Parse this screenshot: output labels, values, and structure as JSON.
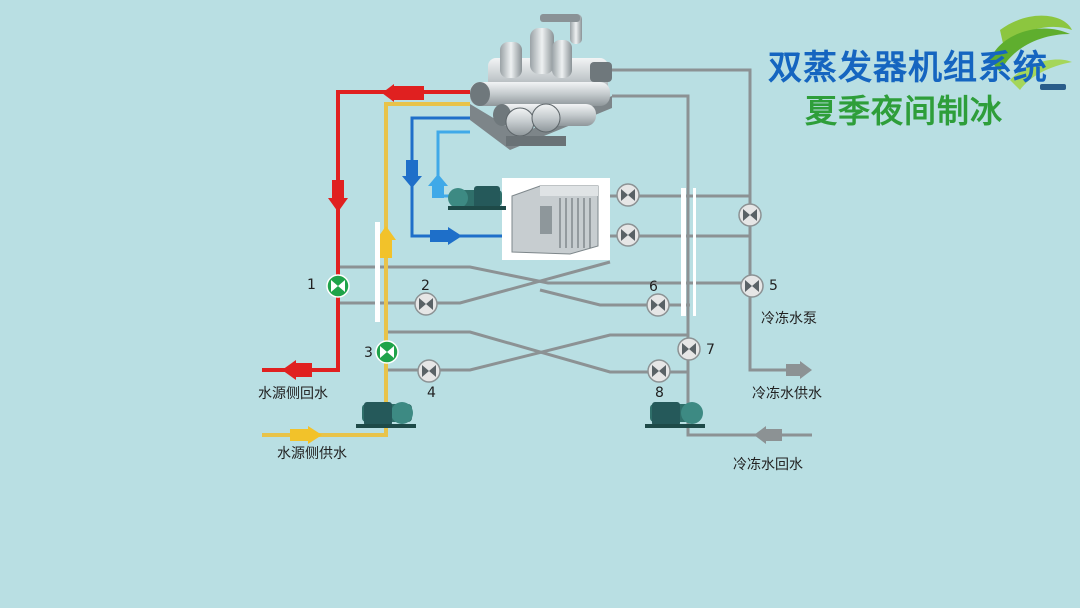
{
  "title": {
    "line1": "双蒸发器机组系统",
    "line2": "夏季夜间制冰"
  },
  "labels": {
    "source_return": "水源侧回水",
    "source_supply": "水源侧供水",
    "chilled_pump": "冷冻水泵",
    "chilled_supply": "冷冻水供水",
    "chilled_return": "冷冻水回水"
  },
  "valves": {
    "v1": "1",
    "v2": "2",
    "v3": "3",
    "v4": "4",
    "v5": "5",
    "v6": "6",
    "v7": "7",
    "v8": "8"
  },
  "colors": {
    "background": "#b9dfe3",
    "title_blue": "#1565c0",
    "title_green": "#2e9e3a",
    "pipe_red": "#e02020",
    "pipe_yellow": "#e8c34a",
    "pipe_blue": "#1e6fc9",
    "pipe_lightblue": "#3fa9e8",
    "pipe_gray": "#8c9294",
    "valve_open": "#1fa34a",
    "valve_closed": "#e0e0e0"
  }
}
